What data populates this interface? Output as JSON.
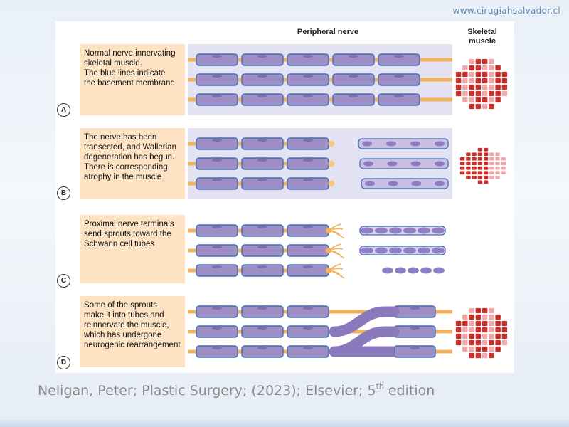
{
  "header": {
    "url": "www.cirugiahsalvador.cl"
  },
  "figure": {
    "col_nerve": "Peripheral nerve",
    "col_muscle_line1": "Skeletal",
    "col_muscle_line2": "muscle",
    "panels": [
      {
        "badge": "A",
        "lines": [
          "Normal nerve innervating",
          "skeletal muscle.",
          "The blue lines indicate",
          "the basement membrane"
        ]
      },
      {
        "badge": "B",
        "lines": [
          "The nerve has been",
          "transected, and Wallerian",
          "degeneration has begun.",
          "There is corresponding",
          "atrophy in the muscle"
        ]
      },
      {
        "badge": "C",
        "lines": [
          "Proximal nerve terminals",
          "send sprouts toward the",
          "Schwann cell tubes"
        ]
      },
      {
        "badge": "D",
        "lines": [
          "Some of the sprouts",
          "make it into tubes and",
          "reinnervate the muscle,",
          "which has undergone",
          "neurogenic rearrangement"
        ]
      }
    ]
  },
  "citation": {
    "text": "Neligan, Peter; Plastic Surgery; (2023); Elsevier; 5",
    "sup": "th",
    "suffix": " edition"
  },
  "colors": {
    "fiber": "#9f8ec6",
    "fiber_border": "#3f6fb0",
    "axon": "#f3b25a",
    "caption_bg": "#fde3c4",
    "muscle_dark": "#c9302b",
    "muscle_light": "#f0a9ab"
  }
}
